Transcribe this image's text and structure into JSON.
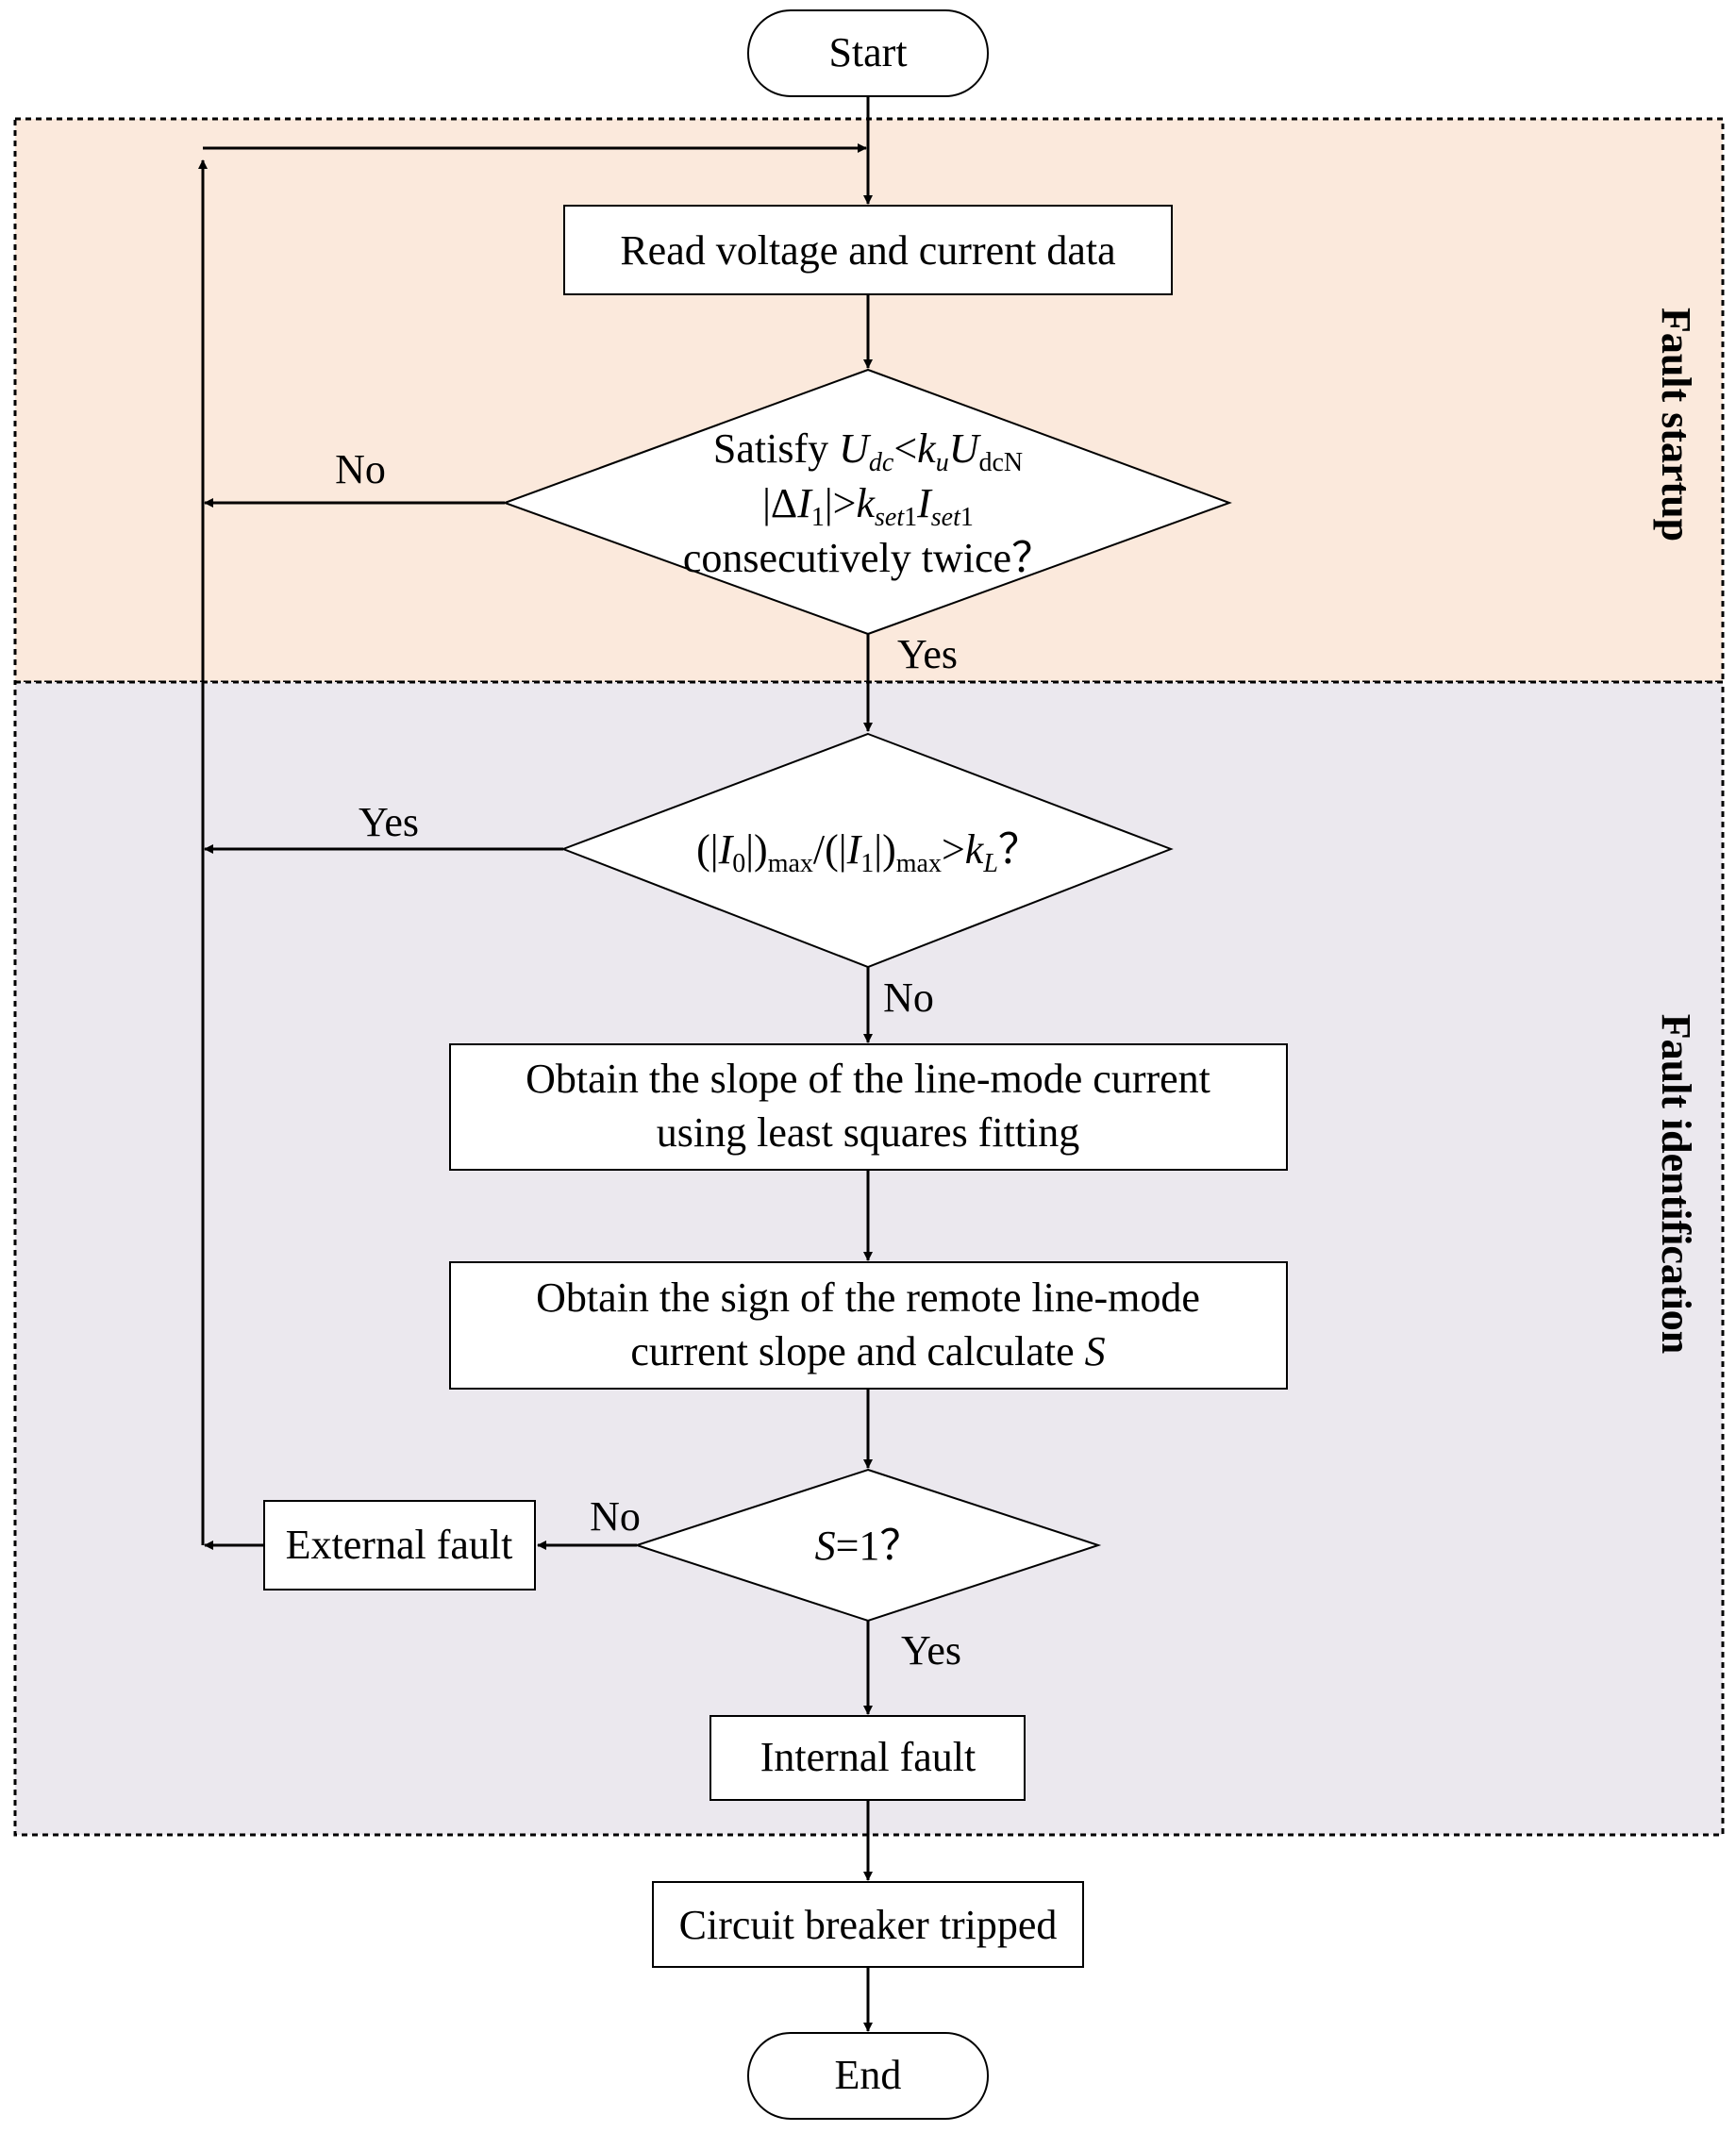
{
  "colors": {
    "fault_startup_bg": "#fbe9dc",
    "fault_identification_bg": "#ebe8ee",
    "stroke": "#000000",
    "node_fill": "#ffffff"
  },
  "regions": {
    "fault_startup": "Fault startup",
    "fault_identification": "Fault identification"
  },
  "nodes": {
    "start": "Start",
    "read_data": "Read voltage and current data",
    "decision1": {
      "line1_prefix": "Satisfy ",
      "U": "U",
      "dc": "dc",
      "lt": "<",
      "k": "k",
      "u": "u",
      "U2": "U",
      "dcN": "dcN",
      "line2_open": "|Δ",
      "I": "I",
      "sub1": "1",
      "line2_mid": "|>",
      "k2": "k",
      "set1a": "set",
      "one_a": "1",
      "I2": "I",
      "set1b": "set",
      "one_b": "1",
      "line3": "consecutively twice？"
    },
    "decision2": {
      "open1": "(|",
      "I0": "I",
      "sub0": "0",
      "close1": "|)",
      "max1": "max",
      "slash": "/(|",
      "I1": "I",
      "sub1": "1",
      "close2": "|)",
      "max2": "max",
      "gt": ">",
      "k": "k",
      "L": "L",
      "q": "？"
    },
    "slope_line1": "Obtain the slope of the line-mode current",
    "slope_line2": "using least squares fitting",
    "sign_line1": "Obtain the sign of the remote line-mode",
    "sign_line2_prefix": "current slope and calculate ",
    "sign_line2_var": "S",
    "decision3": {
      "var": "S",
      "rest": "=1？"
    },
    "external_fault": "External fault",
    "internal_fault": "Internal fault",
    "breaker": "Circuit breaker tripped",
    "end": "End"
  },
  "edges": {
    "d1_no": "No",
    "d1_yes": "Yes",
    "d2_yes": "Yes",
    "d2_no": "No",
    "d3_no": "No",
    "d3_yes": "Yes"
  }
}
